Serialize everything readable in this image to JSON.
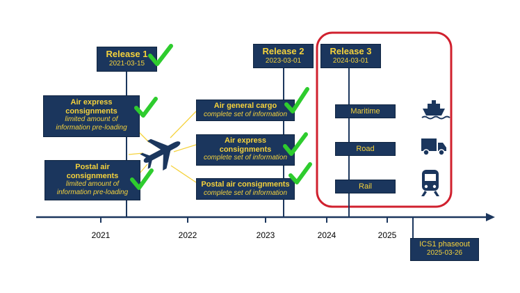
{
  "releases": [
    {
      "title": "Release 1",
      "date": "2021-03-15"
    },
    {
      "title": "Release 2",
      "date": "2023-03-01"
    },
    {
      "title": "Release 3",
      "date": "2024-03-01"
    }
  ],
  "release1_items": [
    {
      "title_lines": [
        "Air express",
        "consignments"
      ],
      "sub_lines": [
        "limited amount of",
        "information pre-loading"
      ]
    },
    {
      "title_lines": [
        "Postal air",
        "consignments"
      ],
      "sub_lines": [
        "limited amount of",
        "information pre-loading"
      ]
    }
  ],
  "release2_items": [
    {
      "title_lines": [
        "Air general cargo"
      ],
      "sub_lines": [
        "complete set of information"
      ]
    },
    {
      "title_lines": [
        "Air express",
        "consignments"
      ],
      "sub_lines": [
        "complete set of information"
      ]
    },
    {
      "title_lines": [
        "Postal air consignments"
      ],
      "sub_lines": [
        "complete set of information"
      ]
    }
  ],
  "release3_items": [
    {
      "label": "Maritime",
      "icon": "ship-icon"
    },
    {
      "label": "Road",
      "icon": "truck-icon"
    },
    {
      "label": "Rail",
      "icon": "train-icon"
    }
  ],
  "years": [
    "2021",
    "2022",
    "2023",
    "2024",
    "2025"
  ],
  "phaseout": {
    "title": "ICS1 phaseout",
    "date": "2025-03-26"
  },
  "colors": {
    "navy": "#1b365d",
    "yellow": "#f5d23c",
    "green": "#2ecc2e",
    "highlight": "#d0202e"
  }
}
